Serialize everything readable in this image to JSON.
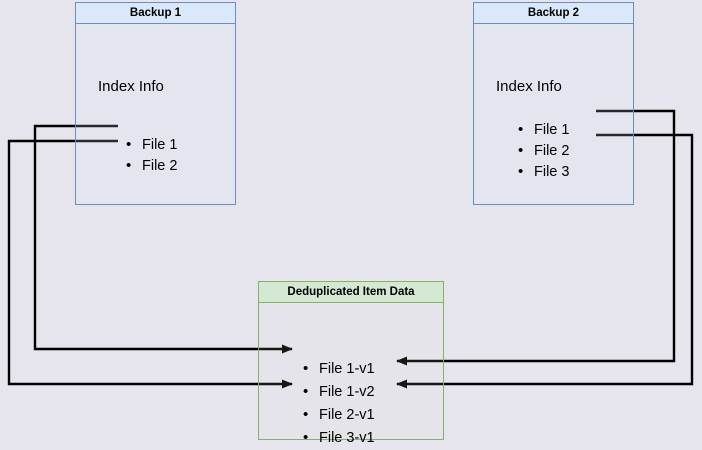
{
  "diagram": {
    "type": "deduplication-flow",
    "background_color": "#e6e4ed",
    "edge_color": "#000000",
    "nodes": [
      {
        "id": "backup1",
        "title": "Backup 1",
        "section_label": "Index Info",
        "header_fill": "#dae8fc",
        "border_color": "#6c8ebf",
        "items": [
          "File 1",
          "File 2"
        ]
      },
      {
        "id": "backup2",
        "title": "Backup 2",
        "section_label": "Index Info",
        "header_fill": "#dae8fc",
        "border_color": "#6c8ebf",
        "items": [
          "File 1",
          "File 2",
          "File 3"
        ]
      },
      {
        "id": "dedup",
        "title": "Deduplicated Item Data",
        "header_fill": "#d5e8d4",
        "border_color": "#82b366",
        "items": [
          "File 1-v1",
          "File 1-v2",
          "File 2-v1",
          "File 3-v1"
        ]
      }
    ],
    "edges": [
      {
        "from": "backup1.File 1",
        "to": "dedup.File 1-v1"
      },
      {
        "from": "backup1.File 2",
        "to": "dedup.File 2-v1"
      },
      {
        "from": "backup2.File 1",
        "to": "dedup.File 1-v2"
      },
      {
        "from": "backup2.File 2",
        "to": "dedup.File 2-v1"
      }
    ]
  },
  "backup1": {
    "title": "Backup 1",
    "index_label": "Index Info",
    "items": [
      "File 1",
      "File 2"
    ]
  },
  "backup2": {
    "title": "Backup 2",
    "index_label": "Index Info",
    "items": [
      "File 1",
      "File 2",
      "File 3"
    ]
  },
  "dedup": {
    "title": "Deduplicated Item Data",
    "items": [
      "File 1-v1",
      "File 1-v2",
      "File 2-v1",
      "File 3-v1"
    ]
  }
}
